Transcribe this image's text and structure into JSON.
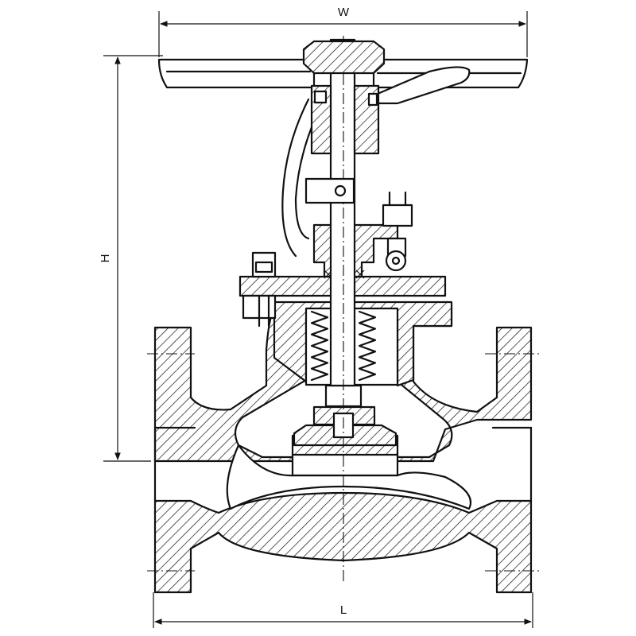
{
  "dimensions": {
    "width_label": "W",
    "height_label": "H",
    "length_label": "L"
  },
  "colors": {
    "line": "#111111",
    "background": "#ffffff"
  }
}
